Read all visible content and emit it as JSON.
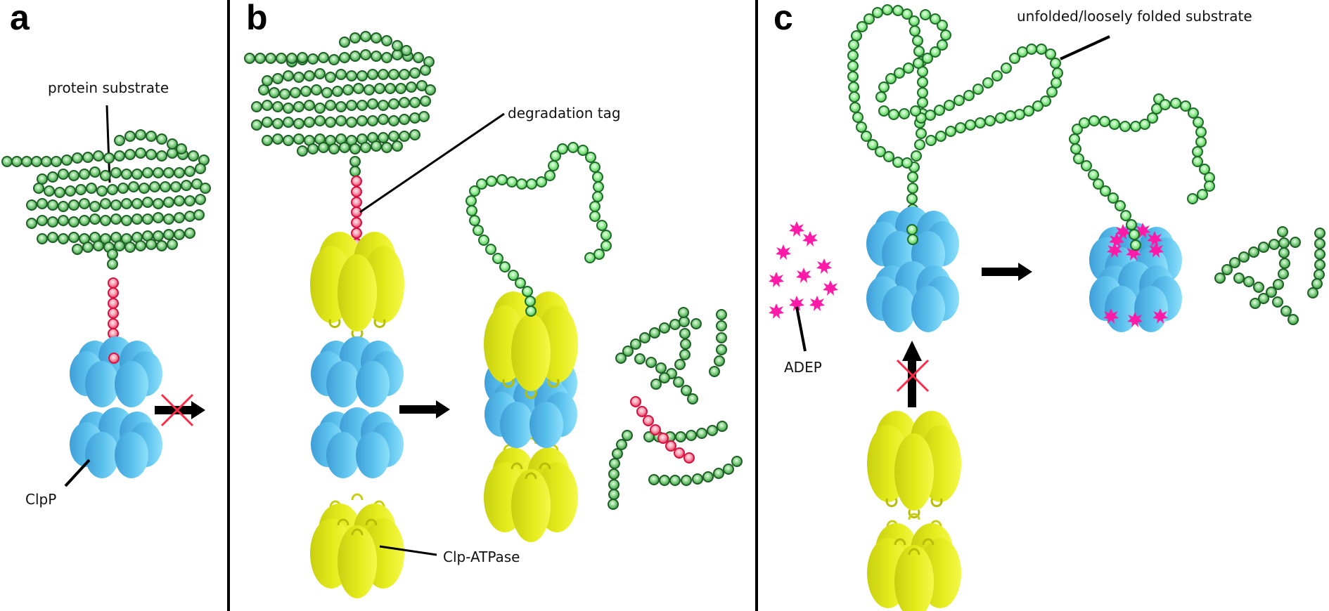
{
  "figure": {
    "panels": [
      {
        "letter": "a",
        "labels": {
          "substrate": "protein substrate",
          "protease": "ClpP"
        },
        "arrow_blocked": true
      },
      {
        "letter": "b",
        "labels": {
          "tag": "degradation tag",
          "atpase": "Clp-ATPase"
        },
        "arrow_blocked": false
      },
      {
        "letter": "c",
        "labels": {
          "substrate": "unfolded/loosely folded substrate",
          "drug": "ADEP"
        },
        "arrow_blocked": true
      }
    ],
    "colors": {
      "substrate_bead": "#5cc65c",
      "substrate_bead_dark": "#1f6b2a",
      "tag_bead": "#e8315a",
      "clpp": "#4fb3e8",
      "atpase": "#e0e614",
      "adep": "#ff1aa8",
      "blocked_x": "#ff2a4a",
      "divider": "#000000"
    }
  }
}
